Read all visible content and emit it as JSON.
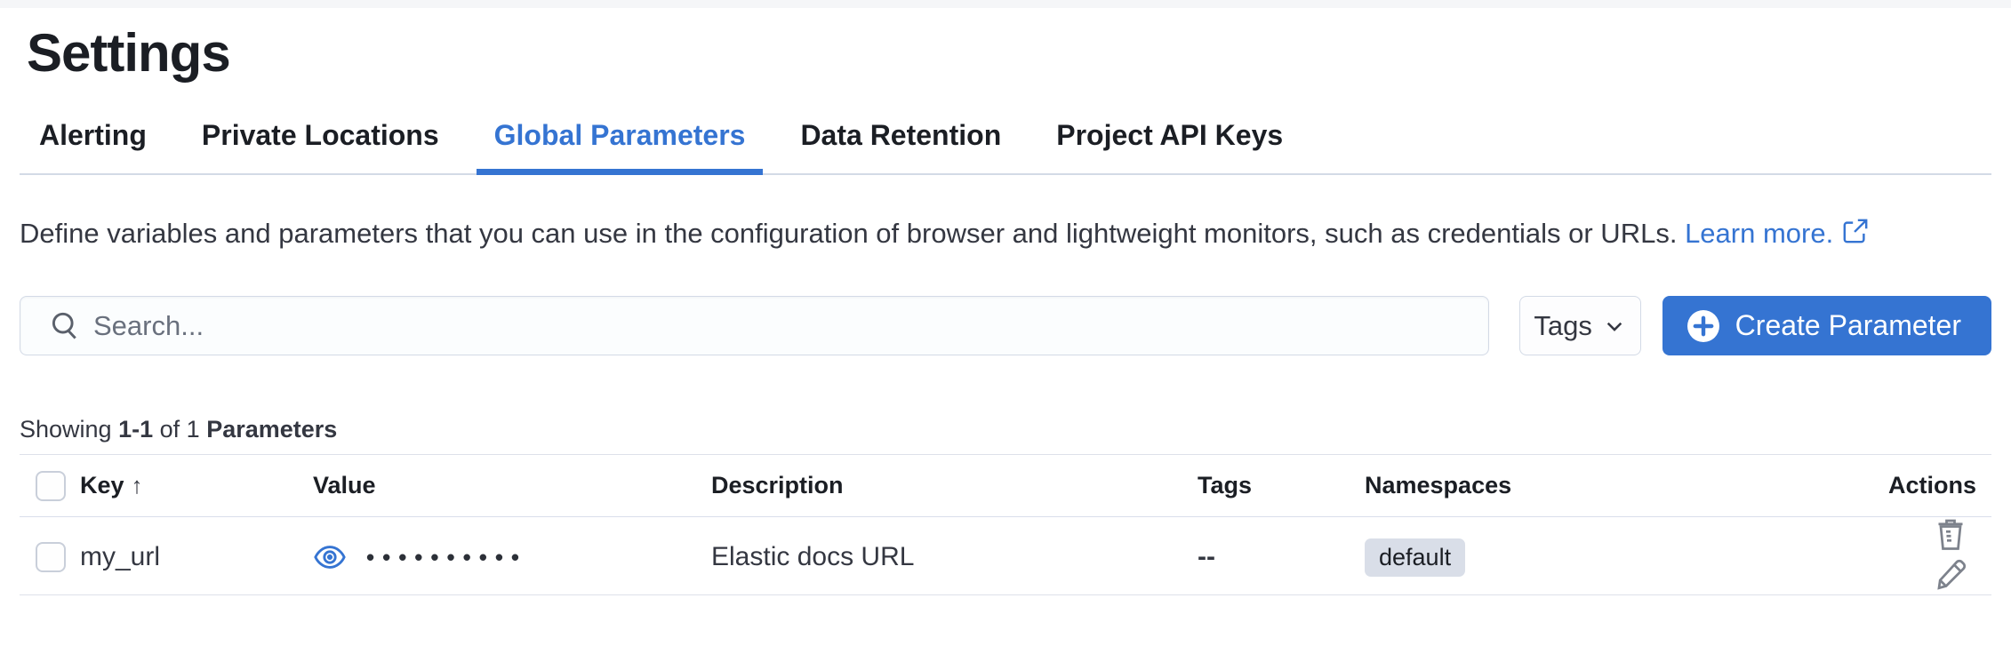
{
  "page": {
    "title": "Settings"
  },
  "tabs": {
    "items": [
      {
        "label": "Alerting",
        "active": false
      },
      {
        "label": "Private Locations",
        "active": false
      },
      {
        "label": "Global Parameters",
        "active": true
      },
      {
        "label": "Data Retention",
        "active": false
      },
      {
        "label": "Project API Keys",
        "active": false
      }
    ]
  },
  "description": {
    "text": "Define variables and parameters that you can use in the configuration of browser and lightweight monitors, such as credentials or URLs.",
    "link_label": "Learn more."
  },
  "toolbar": {
    "search_placeholder": "Search...",
    "tags_filter_label": "Tags",
    "create_button_label": "Create Parameter"
  },
  "summary": {
    "prefix": "Showing",
    "range": "1-1",
    "middle": "of 1",
    "entity": "Parameters"
  },
  "table": {
    "columns": {
      "key": "Key",
      "value": "Value",
      "description": "Description",
      "tags": "Tags",
      "namespaces": "Namespaces",
      "actions": "Actions"
    },
    "sort": {
      "column": "Key",
      "direction": "ascending",
      "arrow": "↑"
    },
    "rows": [
      {
        "key": "my_url",
        "value_masked": "••••••••••",
        "description": "Elastic docs URL",
        "tags": "--",
        "namespaces": [
          "default"
        ]
      }
    ]
  },
  "icons": {
    "search": "search-icon",
    "tags_chevron": "chevron-down-icon",
    "create_plus": "plus-circle-icon",
    "external_link": "external-link-icon",
    "reveal_value": "eye-icon",
    "delete": "trash-icon",
    "edit": "pencil-icon"
  },
  "colors": {
    "accent_blue": "#3574d2",
    "text_dark": "#1b1e24",
    "text_body": "#343741",
    "border_light": "#d3dae6",
    "row_divider": "#dde1ea",
    "badge_bg": "#d9dee8",
    "icon_gray": "#7d828c"
  }
}
